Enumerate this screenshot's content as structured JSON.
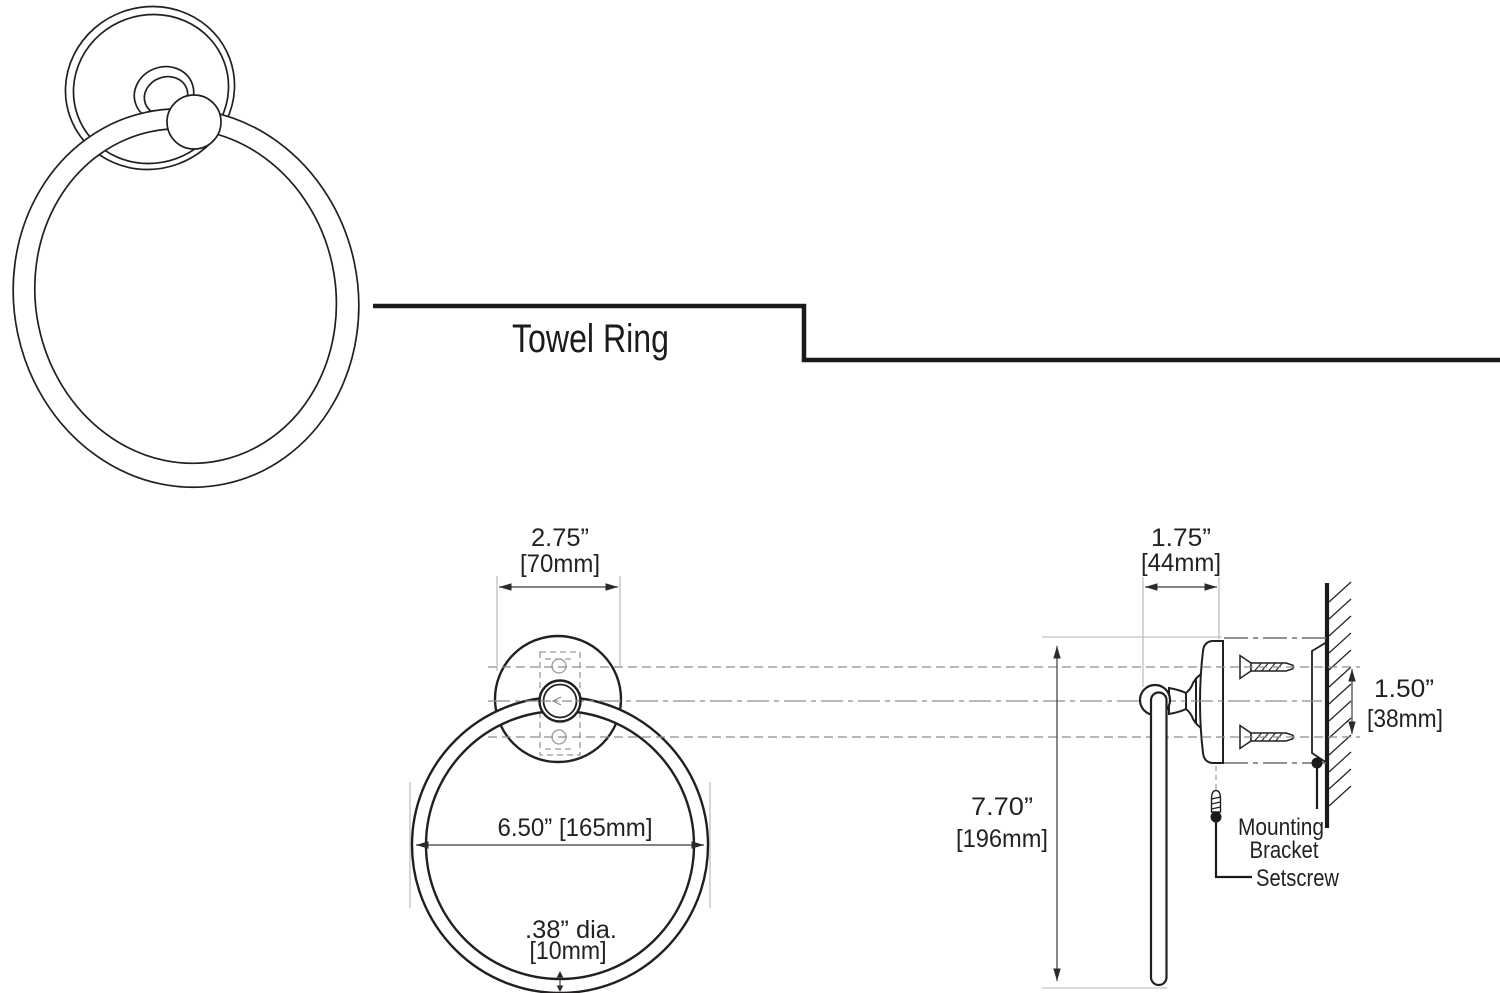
{
  "title": "Towel Ring",
  "colors": {
    "ink": "#231f20",
    "dimension_line": "#3a3a3a",
    "extension_line": "#b5b5b5",
    "hidden_line": "#8c8c8c",
    "background": "#ffffff"
  },
  "front_view": {
    "label": "front view of towel ring",
    "width_dim": {
      "inches": "2.75”",
      "metric": "[70mm]"
    },
    "diameter_dim": {
      "label": "6.50” [165mm]"
    },
    "tube_dim": {
      "inches": ".38” dia.",
      "metric": "[10mm]"
    }
  },
  "side_view": {
    "label": "side view of towel ring",
    "depth_dim": {
      "inches": "1.75”",
      "metric": "[44mm]"
    },
    "spacing_dim": {
      "inches": "1.50”",
      "metric": "[38mm]"
    },
    "height_dim": {
      "inches": "7.70”",
      "metric": "[196mm]"
    },
    "callouts": {
      "mounting_bracket_line1": "Mounting",
      "mounting_bracket_line2": "Bracket",
      "setscrew": "Setscrew"
    }
  }
}
